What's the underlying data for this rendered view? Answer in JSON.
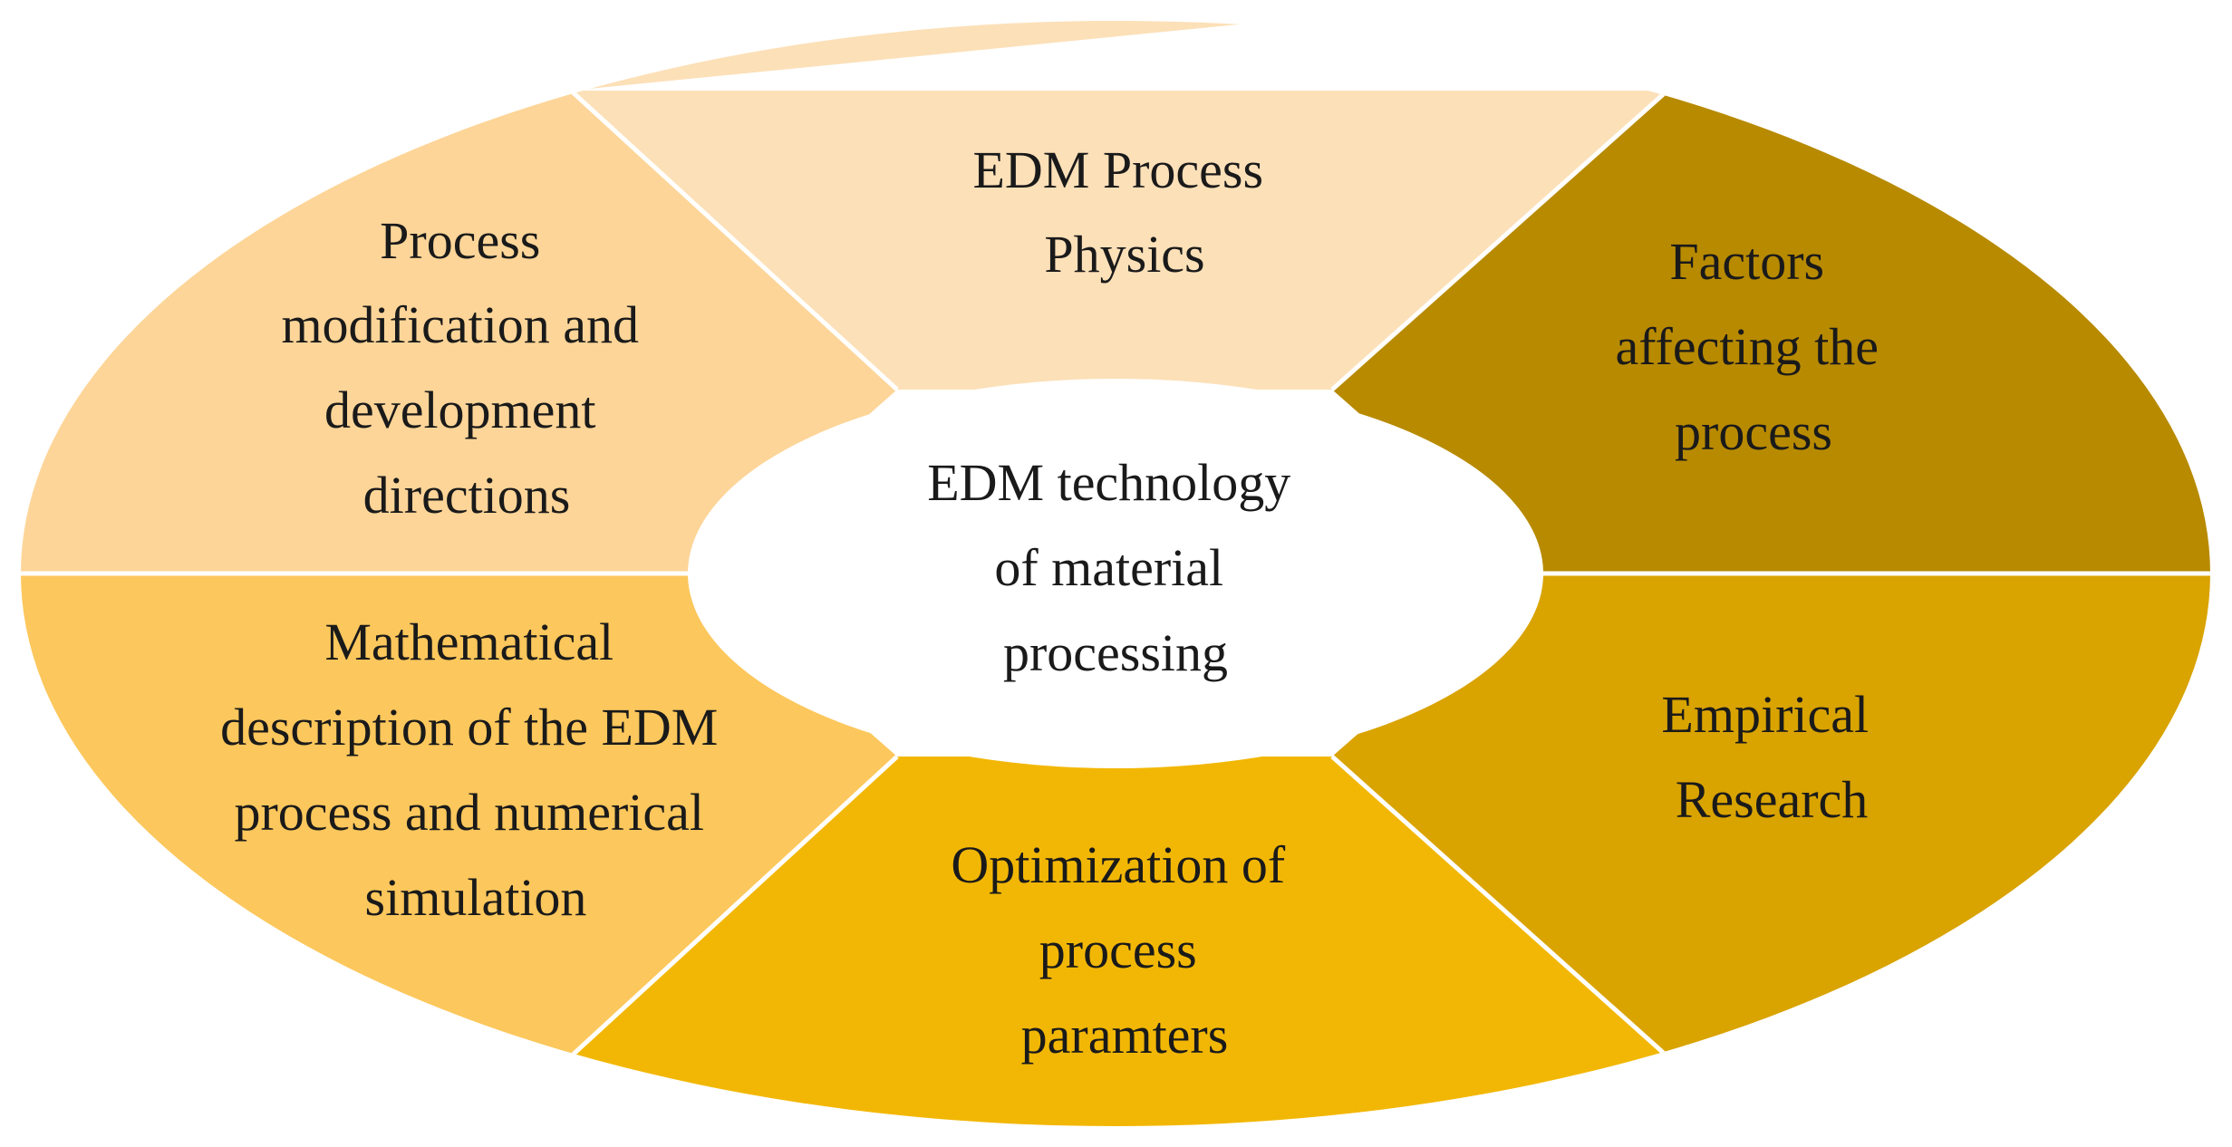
{
  "center": {
    "lines": [
      "EDM technology",
      "of material",
      "processing"
    ],
    "fill": "#ffffff"
  },
  "segments": [
    {
      "id": "process-physics",
      "lines": [
        "EDM Process",
        "Physics"
      ],
      "fill": "#fce0b8"
    },
    {
      "id": "factors-affecting",
      "lines": [
        "Factors",
        "affecting the",
        "process"
      ],
      "fill": "#b88a00"
    },
    {
      "id": "empirical-research",
      "lines": [
        "Empirical",
        "Research"
      ],
      "fill": "#d9a300"
    },
    {
      "id": "optimization",
      "lines": [
        "Optimization of",
        "process",
        "paramters"
      ],
      "fill": "#f2b705"
    },
    {
      "id": "mathematical-description",
      "lines": [
        "Mathematical",
        "description of the EDM",
        "process and numerical",
        "simulation"
      ],
      "fill": "#fcc75c"
    },
    {
      "id": "process-modification",
      "lines": [
        "Process",
        "modification and",
        "development",
        "directions"
      ],
      "fill": "#fdd598"
    }
  ],
  "colors": {
    "divider": "#ffffff",
    "text": "#1a1a1a"
  }
}
